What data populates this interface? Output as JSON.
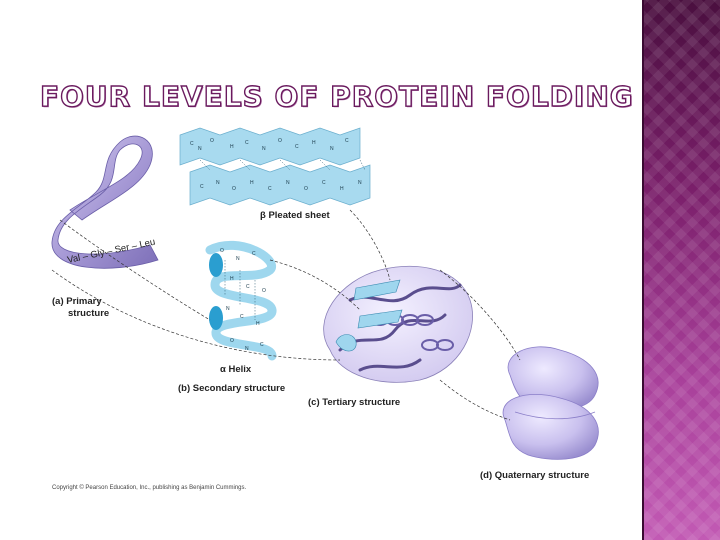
{
  "slide": {
    "title": "FOUR LEVELS OF PROTEIN FOLDING"
  },
  "diagram": {
    "primary_label_a": "(a) Primary",
    "primary_label_b": "structure",
    "primary_sequence": "Val – Gly – Ser – Leu",
    "pleated_sheet_label": "β Pleated sheet",
    "helix_label": "α Helix",
    "secondary_label": "(b) Secondary structure",
    "tertiary_label": "(c) Tertiary structure",
    "quaternary_label": "(d) Quaternary structure",
    "copyright": "Copyright © Pearson Education, Inc., publishing as Benjamin Cummings."
  },
  "colors": {
    "accent_sidebar": "#7a1f6a",
    "sheet_blue": "#9fd6ee",
    "helix_blue": "#4fb6e0",
    "ribbon_lavender": "#a79ad6",
    "blob_lavender": "#c9c0ee"
  }
}
